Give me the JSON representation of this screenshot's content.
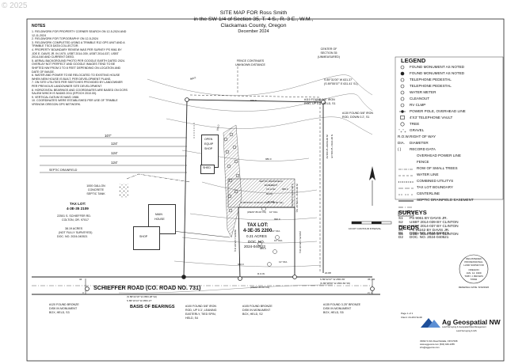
{
  "watermark": "© 2025",
  "title": {
    "line1": "SITE MAP FOR Ross Smith",
    "line2": "in the SW 1/4 of Section 35, T. 4 S., R. 3 E., W.M.,",
    "line3": "Clackamas County, Oregon",
    "line4": "December 2024"
  },
  "notes": {
    "heading": "NOTES",
    "items": [
      "1.   FIELDWORK FOR PROPERTY CORNER SEARCH ON 12-5-2024 AND",
      "      12-11-2024",
      "2.   FIELDWORK FOR TOPOGRAPHY ON 12-5-2024",
      "3.   FIELDWORK COMPLETED USING A TRIMBLE R12 GPS UNIT AND A",
      "      TRIMBLE TSC5 DATA COLLECTOR.",
      "4.   PROPERTY BOUNDARY REVIEW WAS PER SURVEY PS 9061 BY",
      "      JOE E. DAVIS JR. IN 1970, USBT 2014-039, USBT 2014-037, USBT",
      "      2014-040 AND CURRENT DEED.",
      "5.   AERIAL BACKGROUND PHOTO PER GOOGLE EARTH DATED 2024.",
      "      OVERLAY NOT PERFECT AND GOOGLE IMAGES TEND TO BE",
      "      SHIFTED NW FROM 3 TO 8 FEET DEPENDING ON LOCATION AND",
      "      DATE OF IMAGE.",
      "6.   WATER AND POWER TO BE RELOCATED TO EXISTING HOUSE",
      "      WHEN NEW HOUSE IS BUILT, PER DEVELOPMENT PLANS.",
      "7.   ON SITE UTILITIES PER SKETCHES PROVIDED BY LANDOWNER",
      "      PER PREVIOUS LANDOWNER SITE DEVELOPMENT",
      "8.   HORIZONTAL BEARINGS AND COORDINATES ARE BASED ON OCRS",
      "      SALEM WHICH IS NAD83 2011 (EPOCH 2010.00).",
      "9.   VERTICAL DATUM IS NAVD 1988.",
      "10. COORDINATES WERE ESTABLISHED PER USE OF TRIMBLE",
      "      VRSNOW OREGON GPS NETWORK."
    ]
  },
  "legend": {
    "heading": "LEGEND",
    "items": [
      {
        "sym": "dot-open",
        "label": "FOUND MONUMENT AS NOTED"
      },
      {
        "sym": "dot-filled",
        "label": "FOUND MONUMENT AS NOTED"
      },
      {
        "sym": "circle",
        "label": "TELEPHONE PEDESTAL"
      },
      {
        "sym": "circle",
        "label": "TELEPHONE PEDESTAL"
      },
      {
        "sym": "circle",
        "label": "WATER METER"
      },
      {
        "sym": "circle",
        "label": "CLEANOUT"
      },
      {
        "sym": "circle",
        "label": "RV CLMP"
      },
      {
        "sym": "pole",
        "label": "POWER POLE, OVERHEAD LINE"
      },
      {
        "sym": "box",
        "label": "4'X3' TELEPHONE VAULT"
      },
      {
        "sym": "tree",
        "label": "TREE"
      },
      {
        "sym": "gravel",
        "label": "GRAVEL"
      },
      {
        "sym": "text",
        "code": "R.O.W.",
        "label": "RIGHT OF WAY"
      },
      {
        "sym": "text",
        "code": "DIA.",
        "label": "DIAMETER"
      },
      {
        "sym": "text",
        "code": "( )",
        "label": "RECORD DATA"
      },
      {
        "sym": "line-ohp",
        "label": "OVERHEAD POWER LINE"
      },
      {
        "sym": "line-fence",
        "label": "FENCE"
      },
      {
        "sym": "line-trees",
        "label": "ROW OF SMALL TREES"
      },
      {
        "sym": "line-water",
        "label": "WATER LINE"
      },
      {
        "sym": "line-util",
        "label": "COMBINED UTILITYS"
      },
      {
        "sym": "line-taxlot",
        "label": "TAX LOT BOUNDARY"
      },
      {
        "sym": "line-center",
        "label": "CENTERLINE"
      },
      {
        "sym": "hatch",
        "label": "SEPTIC DRAINFIELD EASEMENT"
      }
    ]
  },
  "surveys": {
    "heading": "SURVEYS",
    "items": [
      {
        "code": "S1",
        "label": "PS 9061 BY DAVIS JR."
      },
      {
        "code": "S2",
        "label": "USBT 2014-039 BY CLINTON"
      },
      {
        "code": "S3",
        "label": "USBT 2014-037 BY CLINTON"
      },
      {
        "code": "S4",
        "label": "PS 15242 BY DAVIS JR."
      },
      {
        "code": "S5",
        "label": "USBT 2014-040 BY CLINTON"
      }
    ]
  },
  "deeds": {
    "heading": "DEEDS",
    "items": [
      {
        "code": "D1",
        "label": "DOC. NO. 2024-040522"
      },
      {
        "code": "D2",
        "label": "DOC. NO. 2024-040521"
      }
    ]
  },
  "map": {
    "center_section": [
      "CENTER OF",
      "SECTION 35",
      "(UNMEASURED)"
    ],
    "fence_note": [
      "FENCE CONTINUES",
      "UNKNOWN DISTANCE"
    ],
    "top_bearing": [
      "S 89°31'00\" W  631.37'",
      "(S 89°55'07\" E  631.41' S1)"
    ],
    "mon_110": [
      "#110 FOUND 5/8\" IRON",
      "ROD, UP 0.3', HELD, S1"
    ],
    "mon_130": [
      "#130 FOUND 5/8\" IRON",
      "ROD, DOWN 0.2', S1"
    ],
    "east_line": [
      "S 00°36'00\" E  689.66'",
      "(N 00°20'11\" W  689.64' S1)"
    ],
    "west_line": [
      "(N 00°06'00\" W  666.51'",
      "N 00°15'01\" W  666.15'"
    ],
    "open_equip": [
      "OPEN",
      "EQUIP",
      "SHOP"
    ],
    "shed": "SHED",
    "septic_ease": [
      "SEPTIC DRAINFIELD",
      "EASEMENT",
      "D1 & D2"
    ],
    "septic_dim": "60.00'",
    "rows": [
      "107'",
      "124'",
      "124'",
      "124'"
    ],
    "septic_drainfield": "SEPTIC DRAINFIELD",
    "septic_tank": [
      "1000 GALLON",
      "CONCRETE",
      "SEPTIC TANK"
    ],
    "tax_lot_left": {
      "head": "TAX LOT:",
      "num": "4-3E-35 2109",
      "addr": [
        "22501 S. SCHIEFFER RD.",
        "COLTON, OR. 97017"
      ],
      "area": [
        "38.19 ACRES",
        "(NOT FULLY SURVEYED)",
        "DOC. NO. 2024-040521"
      ]
    },
    "main_house": [
      "MAIN",
      "HOUSE"
    ],
    "shop": "SHOP",
    "tax_lot_main": {
      "head": "TAX LOT:",
      "num": "4-3E-35 2200",
      "acres": "0.21 ACRES",
      "doc": [
        "DOC. NO.",
        "2024-040522"
      ]
    },
    "dias": [
      "8\" DIA.",
      "10\" DIA.",
      "10\" DIA.",
      "10\" DIA.",
      "12\" DIA."
    ],
    "west_bearing": "N 89°54'00\" W  86.00' (WEST 86.00' D1)",
    "west_bearing2": "(WEST 86.00' D1)",
    "north_line": "(NORTH 135.00' D1)",
    "south_line": "(SOUTH 135.00' D1)",
    "row_label": "R.O.W.",
    "dim_2088": "20.88'",
    "bottom_bearing": "(WEST 86.00' D1)",
    "road_name": "SCHIEFFER ROAD (CO. ROAD NO. 731)",
    "basis_bearing": [
      "(S 89°22'10\" W  2653.28' S2)",
      "S 89°10'14\" W  2653.27'"
    ],
    "basis_label": "BASIS OF BEARINGS",
    "bottom_right_bearing": [
      "S 89°22'47\" W  2653.65'",
      "(S 89°38'59\" W  2653.69' S5)"
    ],
    "contours": [
      "965.0",
      "970.0",
      "975.0",
      "980.0",
      "985.0",
      "990.0",
      "985.0",
      "980.0"
    ],
    "contour_interval": "1FOOT CONTOUR INTERVAL",
    "mon_120": [
      "#120 FOUND BRONZE",
      "DISK IN MONUMENT",
      "BOX, HELD, S3"
    ],
    "mon_100": [
      "#100 FOUND 5/8\" IRON",
      "ROD, UP 0.3', LEANING",
      "EASTERLY, TIED SPIN,",
      "HELD, S4"
    ],
    "mon_105": [
      "#105 FOUND BRONZE",
      "DISK IN MONUMENT",
      "BOX, HELD, S2"
    ],
    "mon_135": [
      "#135 FOUND 3.25\" BRONZE",
      "DISK IN MONUMENT",
      "BOX, HELD, S5"
    ],
    "section_corner_left": [
      "34",
      "3"
    ],
    "section_corner_right": [
      "35 | 36",
      "2 | 1"
    ]
  },
  "stamp": {
    "lines": [
      "REGISTERED",
      "PROFESSIONAL",
      "LAND SURVEYOR"
    ],
    "state": "OREGON",
    "date": "JAN. 14, 1999",
    "name": "TOBY J. BROWN",
    "num": "57892",
    "renew": "RENEWAL DATE: 6/30/2026"
  },
  "sheet_info": {
    "page": "Page 1 of 1",
    "client": "Client: 24-264 Smith",
    "brand": "Ag Geospatial NW",
    "tagline": "Land Surveying & Geospatial Data Management",
    "sub": "Land Surveying & GIS",
    "addr": "33032 S Kirk Road Molalla, OR 97038",
    "web": "www.aggeonw.com (503) 949-1055",
    "email": "info@aggeonw.com"
  },
  "colors": {
    "ink": "#1a1a1a",
    "hatch": "#555555",
    "accent_blue": "#1e4f9a",
    "gravel": "#9a9a9a"
  }
}
